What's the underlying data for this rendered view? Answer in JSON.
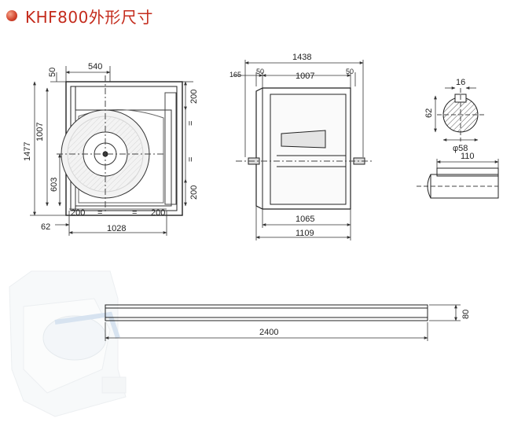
{
  "page": {
    "title": "KHF800外形尺寸"
  },
  "front_view": {
    "top_width": "540",
    "top_offset": "50",
    "overall_height": "1477",
    "inner_height": "1007",
    "lower_height": "603",
    "right_top": "200",
    "right_bottom": "200",
    "right_eq_1": "=",
    "right_eq_2": "=",
    "bottom_left": "200",
    "bottom_eq_1": "=",
    "bottom_eq_2": "=",
    "bottom_right": "200",
    "left_offset": "62",
    "overall_width": "1028"
  },
  "side_view": {
    "overall_length": "1438",
    "shaft_extension": "165",
    "flange_left": "50",
    "inner_width": "1007",
    "flange_right": "50",
    "body_width": "1065",
    "outer_width": "1109"
  },
  "shaft_detail": {
    "key_width": "16",
    "key_height": "62",
    "shaft_diameter": "φ58",
    "key_length": "110"
  },
  "rail_view": {
    "rail_length": "2400",
    "rail_height": "80"
  }
}
